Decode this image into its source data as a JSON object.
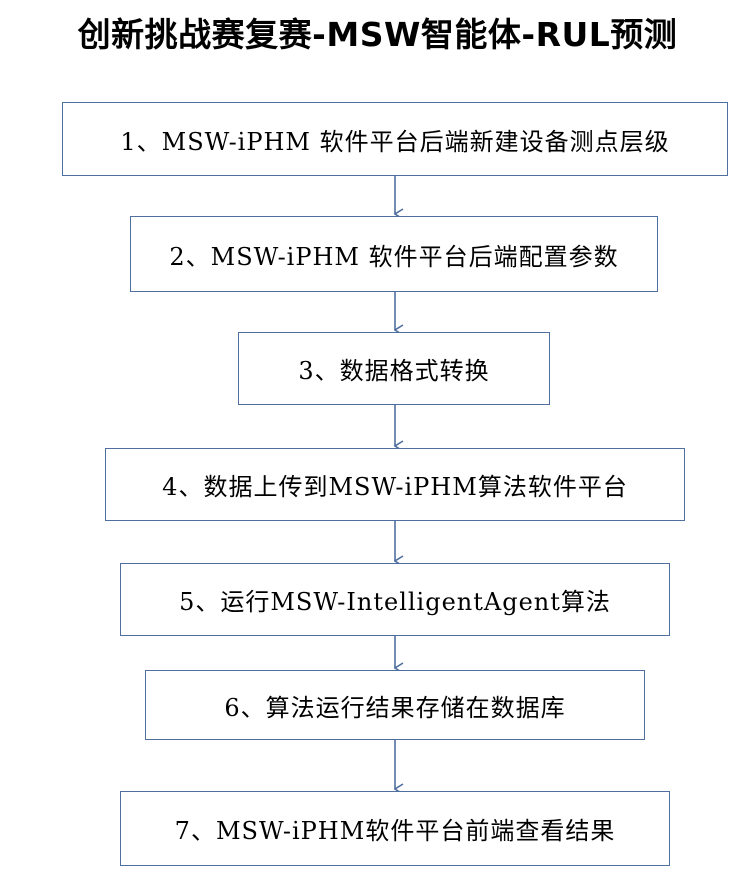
{
  "title": "创新挑战赛复赛-MSW智能体-RUL预测",
  "steps": [
    {
      "label": "1、MSW-iPHM 软件平台后端新建设备测点层级"
    },
    {
      "label": "2、MSW-iPHM 软件平台后端配置参数"
    },
    {
      "label": "3、数据格式转换"
    },
    {
      "label": "4、数据上传到MSW-iPHM算法软件平台"
    },
    {
      "label": "5、运行MSW-IntelligentAgent算法"
    },
    {
      "label": "6、算法运行结果存储在数据库"
    },
    {
      "label": "7、MSW-iPHM软件平台前端查看结果"
    }
  ],
  "colors": {
    "box_border": "#4f6fa0",
    "arrow": "#4f6fa0",
    "text": "#000000"
  }
}
